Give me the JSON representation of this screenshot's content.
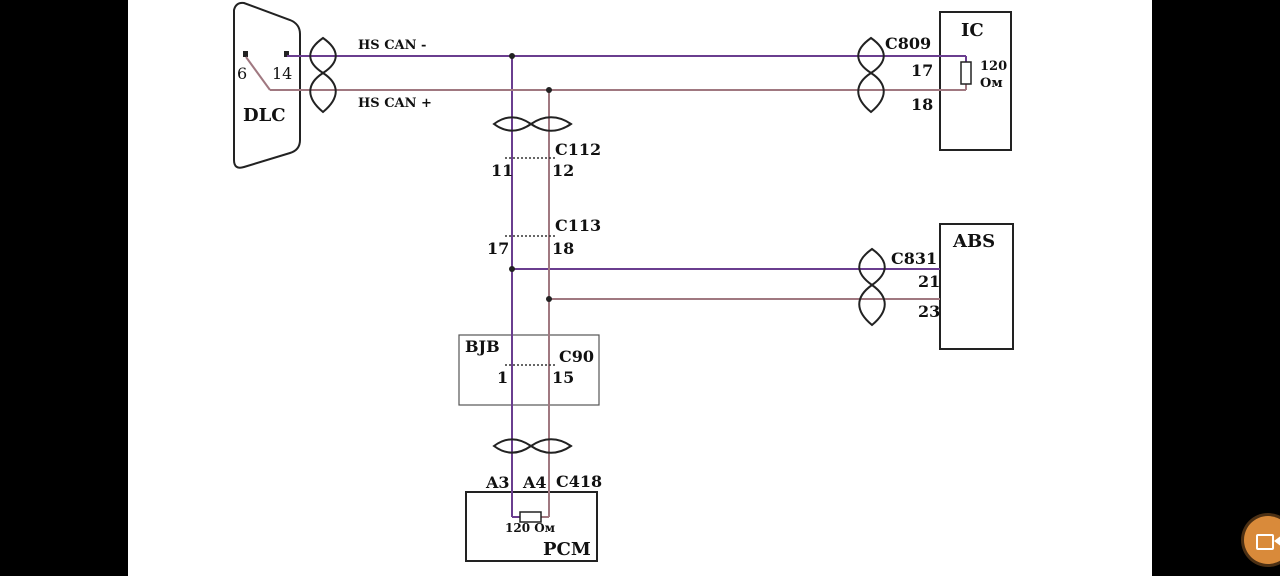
{
  "colors": {
    "can_low": "#6a3d8f",
    "can_high": "#a07880",
    "outline": "#222222"
  },
  "icons": {
    "record_button": "video-camera-icon"
  },
  "diagram": {
    "modules": {
      "dlc": {
        "name": "DLC",
        "pin_a": "6",
        "pin_b": "14"
      },
      "ic": {
        "name": "IC",
        "connector": "C809",
        "pin_low": "17",
        "pin_high": "18",
        "resistor_value": "120",
        "resistor_unit": "Ом"
      },
      "abs": {
        "name": "ABS",
        "connector": "C831",
        "pin_low": "21",
        "pin_high": "23"
      },
      "bjb": {
        "name": "BJB",
        "connector": "C90",
        "pin_low": "1",
        "pin_high": "15"
      },
      "pcm": {
        "name": "PCM",
        "connector": "C418",
        "pin_low": "A3",
        "pin_high": "A4",
        "resistor_label": "120 Ом"
      }
    },
    "inline_connectors": [
      {
        "name": "C112",
        "pin_low": "11",
        "pin_high": "12"
      },
      {
        "name": "C113",
        "pin_low": "17",
        "pin_high": "18"
      }
    ],
    "signals": {
      "low": "HS CAN -",
      "high": "HS CAN +"
    }
  }
}
